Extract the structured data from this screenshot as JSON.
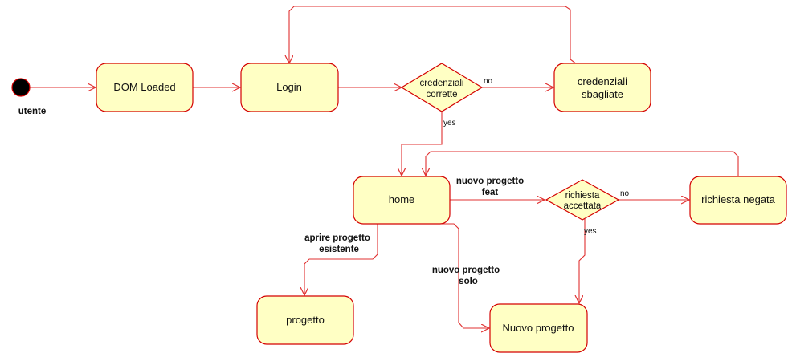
{
  "initial": {
    "label": "utente"
  },
  "states": {
    "dom_loaded": "DOM Loaded",
    "login": "Login",
    "credenziali_sbagliate": [
      "credenziali",
      "sbagliate"
    ],
    "home": "home",
    "richiesta_negata": "richiesta negata",
    "progetto": "progetto",
    "nuovo_progetto": "Nuovo progetto"
  },
  "decisions": {
    "credenziali_corrette": [
      "credenziali",
      "corrette"
    ],
    "richiesta_accettata": [
      "richiesta",
      "accettata"
    ]
  },
  "transitions": {
    "no_1": "no",
    "yes_1": "yes",
    "no_2": "no",
    "yes_2": "yes",
    "nuovo_progetto_feat": [
      "nuovo progetto",
      "feat"
    ],
    "aprire_progetto_esistente": [
      "aprire progetto",
      "esistente"
    ],
    "nuovo_progetto_solo": [
      "nuovo progetto",
      "solo"
    ]
  },
  "colors": {
    "fill": "#ffffc4",
    "stroke": "#d40000",
    "edge": "#e03030",
    "initial_node": "#000000"
  }
}
